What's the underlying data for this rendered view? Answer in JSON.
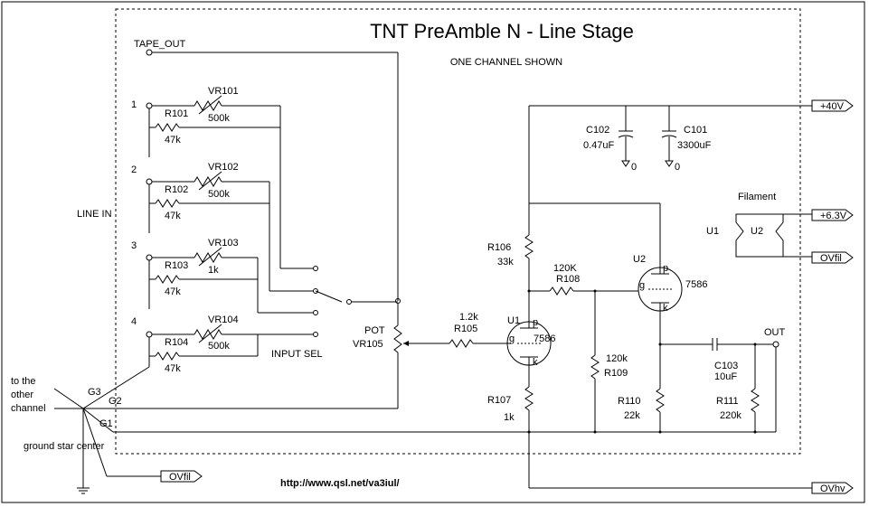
{
  "title": "TNT PreAmble N - Line Stage",
  "subtitle": "ONE CHANNEL SHOWN",
  "url": "http://www.qsl.net/va3iul/",
  "labels": {
    "tape_out": "TAPE_OUT",
    "line_in": "LINE IN",
    "input_sel": "INPUT SEL",
    "pot": "POT",
    "vr105": "VR105",
    "filament": "Filament",
    "out": "OUT",
    "to_the": "to the",
    "other": "other",
    "channel": "channel",
    "ground_star": "ground star center",
    "g1": "G1",
    "g2": "G2",
    "g3": "G3"
  },
  "inputs": [
    {
      "num": "1",
      "vr": "VR101",
      "vr_val": "500k",
      "r": "R101",
      "r_val": "47k"
    },
    {
      "num": "2",
      "vr": "VR102",
      "vr_val": "500k",
      "r": "R102",
      "r_val": "47k"
    },
    {
      "num": "3",
      "vr": "VR103",
      "vr_val": "1k",
      "r": "R103",
      "r_val": "47k"
    },
    {
      "num": "4",
      "vr": "VR104",
      "vr_val": "500k",
      "r": "R104",
      "r_val": "47k"
    }
  ],
  "parts": {
    "r105": "R105",
    "r105_val": "1.2k",
    "r106": "R106",
    "r106_val": "33k",
    "r107": "R107",
    "r107_val": "1k",
    "r108": "R108",
    "r108_val": "120K",
    "r109": "R109",
    "r109_val": "120k",
    "r110": "R110",
    "r110_val": "22k",
    "r111": "R111",
    "r111_val": "220k",
    "c101": "C101",
    "c101_val": "3300uF",
    "c102": "C102",
    "c102_val": "0.47uF",
    "c103": "C103",
    "c103_val": "10uF",
    "u1": "U1",
    "u2": "U2",
    "tube": "7586",
    "gnd": "0",
    "pin_p": "p",
    "pin_g": "g",
    "pin_k": "k"
  },
  "ports": {
    "v40": "+40V",
    "v63": "+6.3V",
    "ovfil": "OVfil",
    "ovhv": "OVhv"
  }
}
